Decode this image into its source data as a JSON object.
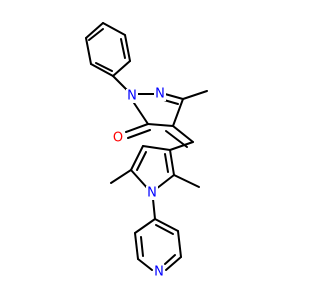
{
  "structure": {
    "atom_labels": {
      "pyrazole_n1": "N",
      "pyrazole_n2": "N",
      "carbonyl_o": "O",
      "pyrrole_n": "N",
      "pyridine_n": "N"
    },
    "colors": {
      "bond": "#000000",
      "nitrogen": "#0000ff",
      "oxygen": "#ff0000",
      "background": "#ffffff"
    }
  }
}
